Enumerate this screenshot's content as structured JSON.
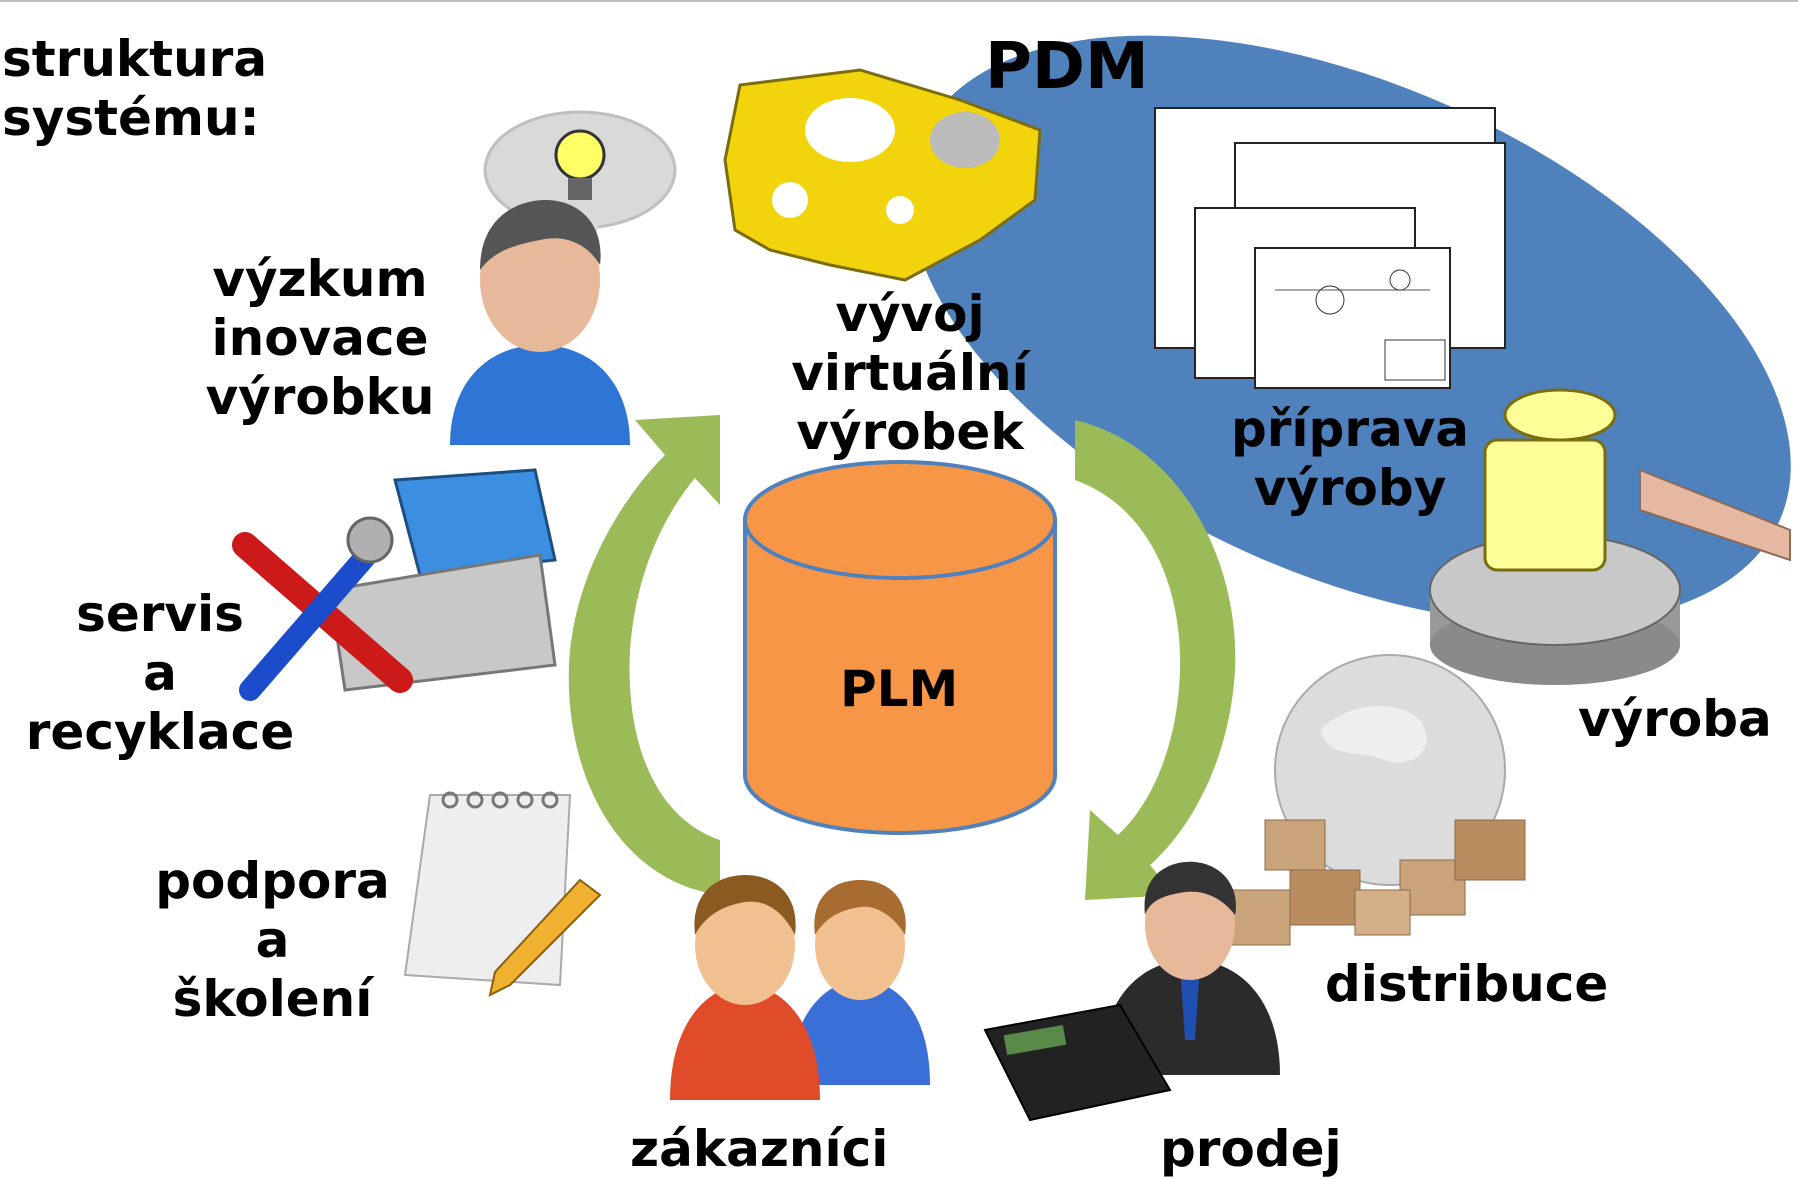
{
  "title": [
    "struktura",
    "systému:"
  ],
  "pdm_label": "PDM",
  "center_label": "PLM",
  "nodes": {
    "vyzkum": [
      "výzkum",
      "inovace",
      "výrobku"
    ],
    "vyvoj": [
      "vývoj",
      "virtuální",
      "výrobek"
    ],
    "priprava": [
      "příprava",
      "výroby"
    ],
    "vyroba": "výroba",
    "distribuce": "distribuce",
    "prodej": "prodej",
    "zakaznici": "zákazníci",
    "podpora": [
      "podpora",
      "a",
      "školení"
    ],
    "servis": [
      "servis",
      "a",
      "recyklace"
    ]
  },
  "icons": {
    "vyzkum": "person-idea-icon",
    "vyvoj": "cad-part-icon",
    "priprava": "technical-drawings-icon",
    "vyroba": "machined-part-icon",
    "distribuce": "globe-boxes-icon",
    "prodej": "salesman-calculator-icon",
    "zakaznici": "customers-icon",
    "podpora": "notepad-pencil-icon",
    "servis": "toolbox-icon"
  },
  "colors": {
    "pdm_ellipse": "#4f81bd",
    "cylinder": "#f79646",
    "cylinder_outline": "#4f81bd",
    "arrows": "#9bbb59"
  }
}
